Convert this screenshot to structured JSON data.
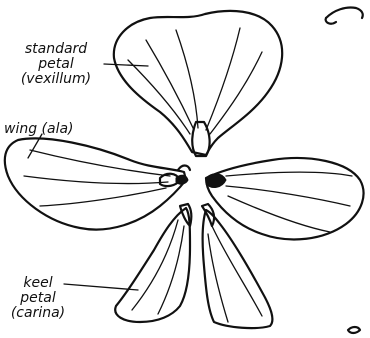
{
  "labels": {
    "standard": [
      "standard",
      "petal",
      "(vexillum)"
    ],
    "wing": "wing (ala)",
    "keel": [
      "keel",
      "petal",
      "(carina)"
    ]
  },
  "colors": {
    "ink": "#111111",
    "background": "#ffffff"
  }
}
